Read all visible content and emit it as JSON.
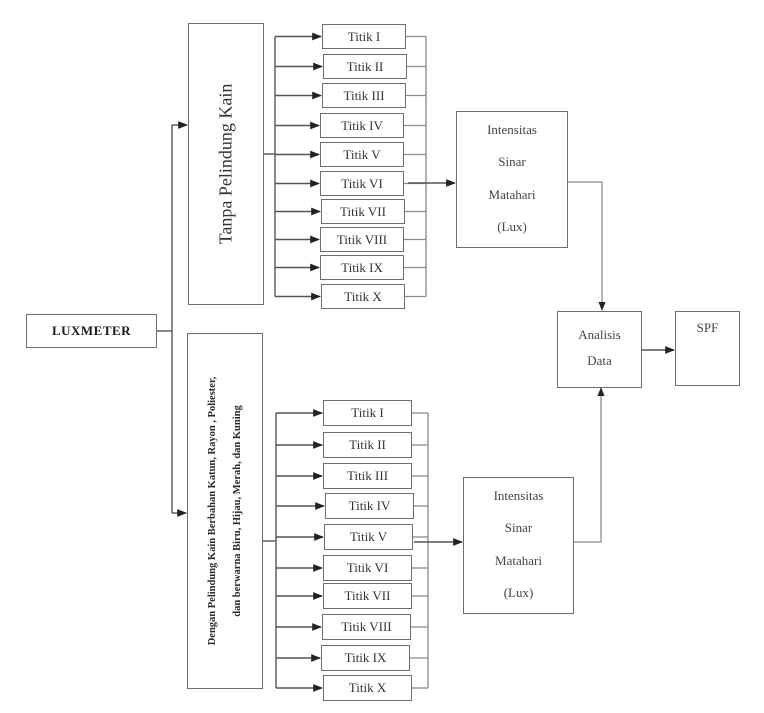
{
  "diagram": {
    "source": {
      "label": "LUXMETER"
    },
    "branches": [
      {
        "id": "upper",
        "condition": "Tanpa Pelindung Kain",
        "condition_lines": [
          "Tanpa Pelindung Kain"
        ],
        "points": [
          "Titik I",
          "Titik II",
          "Titik III",
          "Titik IV",
          "Titik V",
          "Titik VI",
          "Titik VII",
          "Titik VIII",
          "Titik IX",
          "Titik X"
        ],
        "measurement": [
          "Intensitas",
          "Sinar",
          "Matahari",
          "(Lux)"
        ]
      },
      {
        "id": "lower",
        "condition": "Dengan Pelindung Kain Berbahan Katun, Rayon, Poliester, dan berwarna Biru, Hijau, Merah, dan Kuning",
        "condition_lines": [
          "Dengan Pelindung  Kain Berbahan Katun, Rayon , Poliester,",
          "dan berwarna Biru, Hijau, Merah, dan Kuning"
        ],
        "points": [
          "Titik I",
          "Titik II",
          "Titik III",
          "Titik IV",
          "Titik V",
          "Titik VI",
          "Titik VII",
          "Titik VIII",
          "Titik IX",
          "Titik X"
        ],
        "measurement": [
          "Intensitas",
          "Sinar",
          "Matahari",
          "(Lux)"
        ]
      }
    ],
    "analysis": {
      "lines": [
        "Analisis",
        "Data"
      ]
    },
    "result": {
      "label": "SPF"
    }
  }
}
